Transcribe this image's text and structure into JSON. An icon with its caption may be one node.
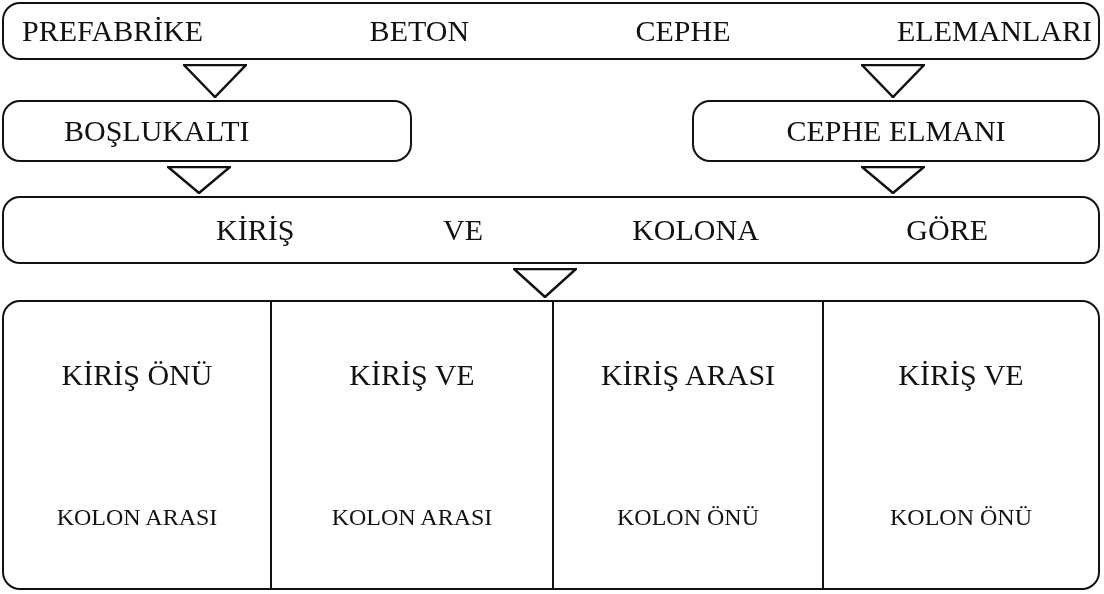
{
  "diagram": {
    "nodes": [
      {
        "text": [
          "PREFABRİKE BETON CEPHE ELEMANLARI"
        ]
      },
      {
        "text": [
          "BOŞLUKALTI"
        ]
      },
      {
        "text": [
          "CEPHE ELMANI"
        ]
      },
      {
        "text": [
          "KİRİŞ VE KOLONA GÖRE"
        ]
      },
      {
        "text": [],
        "shape": "box"
      },
      {
        "text": [
          "KİRİŞ ÖNÜ",
          "KOLON ARASI"
        ],
        "in": 4
      },
      {
        "text": [
          "KİRİŞ VE",
          "KOLON ARASI"
        ],
        "in": 4
      },
      {
        "text": [
          "KİRİŞ ARASI",
          "KOLON ÖNÜ"
        ],
        "in": 4
      },
      {
        "text": [
          "KİRİŞ VE",
          "KOLON ÖNÜ"
        ],
        "in": 4
      }
    ],
    "edges": [
      {
        "from": 0,
        "to": 1,
        "arrow": "to"
      },
      {
        "from": 0,
        "to": 2,
        "arrow": "to"
      },
      {
        "from": 1,
        "to": 3,
        "arrow": "to"
      },
      {
        "from": 2,
        "to": 3,
        "arrow": "to"
      },
      {
        "from": 3,
        "to": 4,
        "arrow": "to"
      }
    ]
  }
}
